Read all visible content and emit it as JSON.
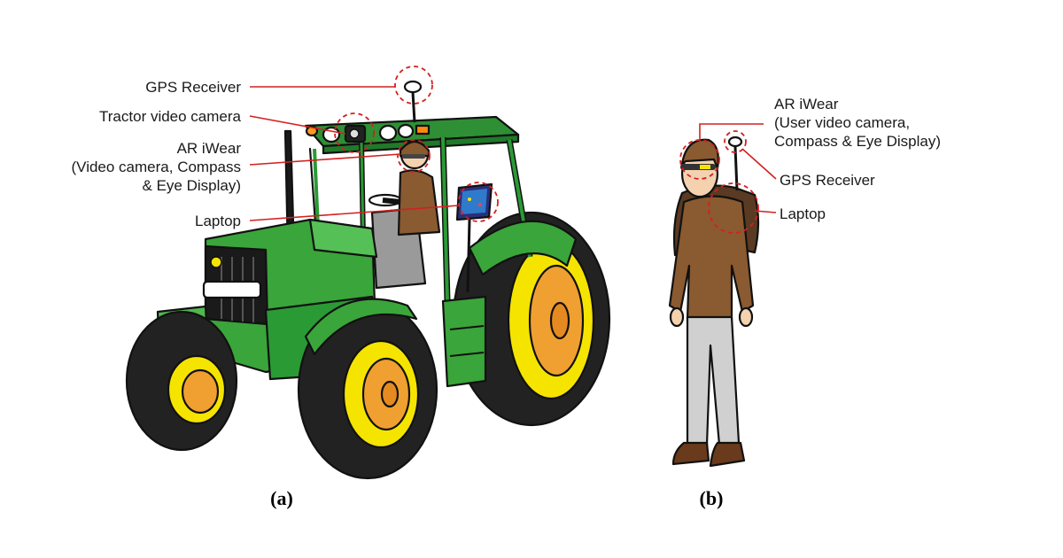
{
  "panel_a": {
    "caption": "(a)",
    "labels": {
      "gps_receiver": "GPS Receiver",
      "tractor_camera": "Tractor video camera",
      "ar_iwear_title": "AR iWear",
      "ar_iwear_line2": "(Video camera, Compass",
      "ar_iwear_line3": "& Eye Display)",
      "laptop": "Laptop"
    }
  },
  "panel_b": {
    "caption": "(b)",
    "labels": {
      "ar_iwear_title": "AR iWear",
      "ar_iwear_line2": "(User video camera,",
      "ar_iwear_line3": "Compass & Eye Display)",
      "gps_receiver": "GPS Receiver",
      "laptop": "Laptop"
    }
  },
  "colors": {
    "leader_red": "#d42020",
    "tractor_green": "#3aa53a",
    "tractor_dark_green": "#1f7a2a",
    "wheel_yellow": "#f5e400",
    "hub_orange": "#f0a030",
    "sweater_brown": "#8a5a30",
    "pants_grey": "#d0d0d0"
  }
}
